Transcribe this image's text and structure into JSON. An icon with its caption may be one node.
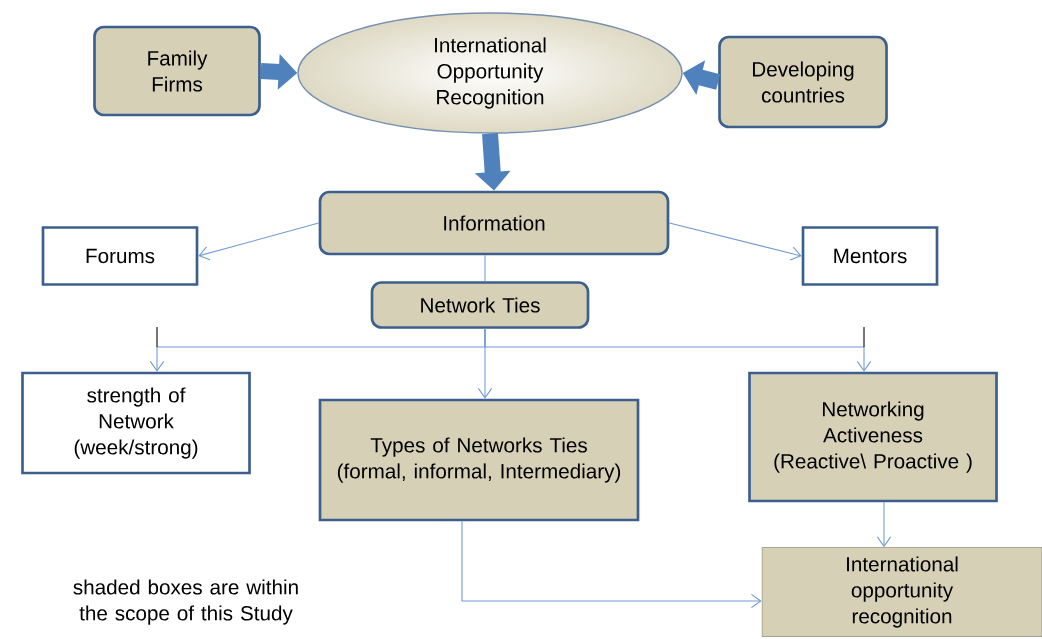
{
  "diagram": {
    "nodes": [
      {
        "text": [
          "Family Firms"
        ]
      },
      {
        "text": [
          "International Opportunity Recognition"
        ]
      },
      {
        "text": [
          "Developing countries"
        ]
      },
      {
        "text": [
          "Information"
        ]
      },
      {
        "text": [
          "Forums"
        ]
      },
      {
        "text": [
          "Mentors"
        ]
      },
      {
        "text": [
          "Network Ties"
        ]
      },
      {
        "text": [
          "strength of Network (week/strong)"
        ]
      },
      {
        "text": [
          "Types of Networks Ties (formal, informal, Intermediary)"
        ]
      },
      {
        "text": [
          "Networking Activeness (Reactive\\ Proactive )"
        ]
      },
      {
        "text": [
          "International opportunity recognition"
        ]
      }
    ],
    "edges": [
      {
        "from": 0,
        "to": 1,
        "arrow": "to",
        "style": "thick",
        "color": "#4f81bd"
      },
      {
        "from": 2,
        "to": 1,
        "arrow": "to",
        "style": "thick",
        "color": "#4f81bd"
      },
      {
        "from": 1,
        "to": 3,
        "arrow": "to",
        "style": "thick",
        "color": "#4f81bd"
      },
      {
        "from": 3,
        "to": 4,
        "arrow": "to"
      },
      {
        "from": 3,
        "to": 5,
        "arrow": "to"
      },
      {
        "from": 3,
        "to": 6,
        "arrow": "none"
      },
      {
        "from": 6,
        "to": 7,
        "arrow": "to"
      },
      {
        "from": 6,
        "to": 8,
        "arrow": "to"
      },
      {
        "from": 6,
        "to": 9,
        "arrow": "to"
      },
      {
        "from": 9,
        "to": 10,
        "arrow": "to"
      },
      {
        "from": 8,
        "to": 10,
        "arrow": "to"
      }
    ],
    "labels": [
      "shaded boxes are within the scope of this Study"
    ]
  }
}
